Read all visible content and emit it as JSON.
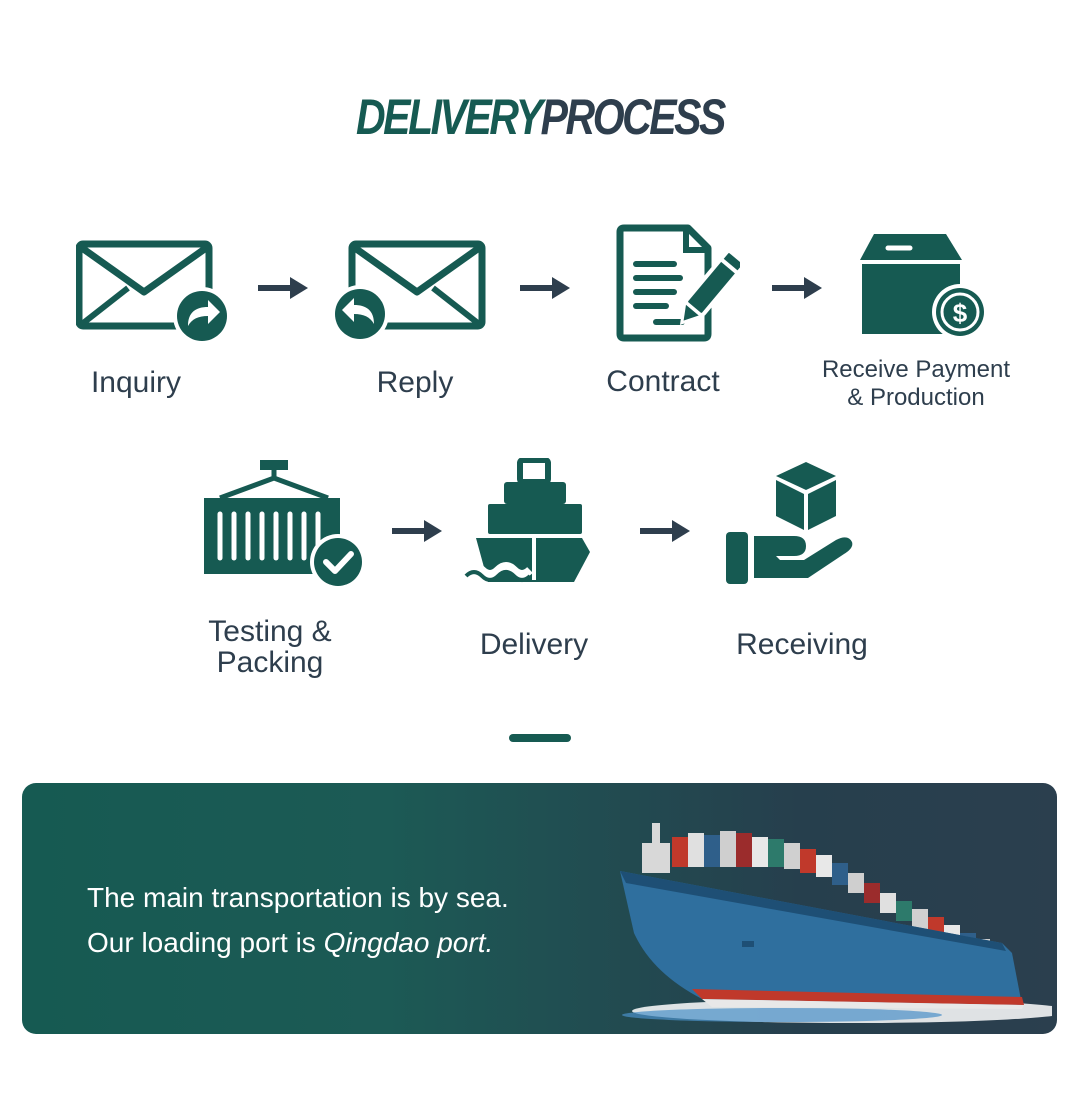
{
  "title": {
    "part1": "DELIVERY",
    "part2": "PROCESS"
  },
  "steps": [
    {
      "label": "Inquiry",
      "icon": "envelope-forward-icon"
    },
    {
      "label": "Reply",
      "icon": "envelope-reply-icon"
    },
    {
      "label": "Contract",
      "icon": "contract-document-icon"
    },
    {
      "label_line1": "Receive Payment",
      "label_line2": "& Production",
      "icon": "box-payment-icon"
    },
    {
      "label_line1": "Testing &",
      "label_line2": "Packing",
      "icon": "container-check-icon"
    },
    {
      "label": "Delivery",
      "icon": "ship-icon"
    },
    {
      "label": "Receiving",
      "icon": "hand-box-icon"
    }
  ],
  "banner": {
    "line1": "The main transportation is by sea.",
    "line2_prefix": "Our loading port is ",
    "line2_emphasis": "Qingdao port."
  },
  "colors": {
    "primary": "#165a52",
    "dark": "#2e3e4d",
    "background": "#ffffff"
  }
}
